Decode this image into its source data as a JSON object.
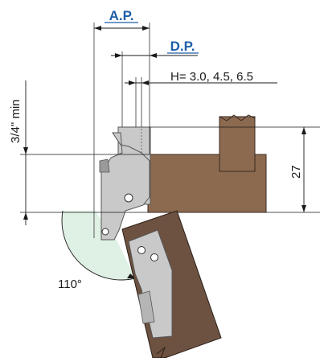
{
  "labels": {
    "ap": "A.P.",
    "dp": "D.P.",
    "h_values": "H= 3.0, 4.5, 6.5",
    "min_overlay": "3/4\" min",
    "thickness": "27",
    "angle": "110°"
  },
  "colors": {
    "wood_light": "#8c6a4f",
    "wood_dark": "#6d5241",
    "metal": "#c9c9c9",
    "metal_dark": "#9a9a9a",
    "arc_fill": "#dff0e4",
    "accent_blue": "#1f5fa8"
  }
}
